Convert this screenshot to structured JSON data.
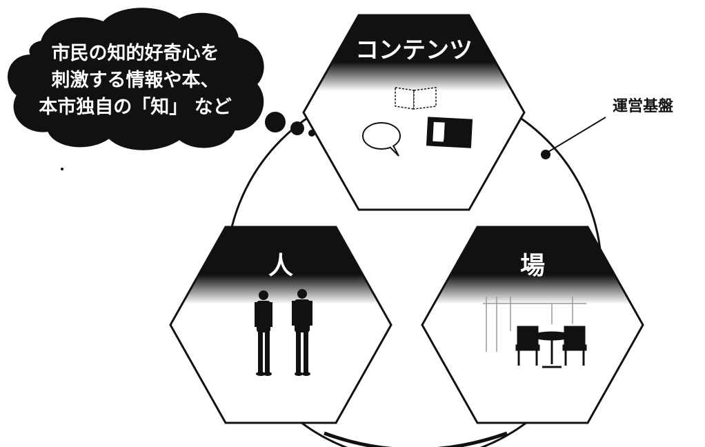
{
  "diagram": {
    "cloud_lines": [
      "市民の知的好奇心を",
      "刺激する情報や本、",
      "本市独自の「知」 など"
    ],
    "hexagons": {
      "contents": {
        "label": "コンテンツ"
      },
      "people": {
        "label": "人"
      },
      "place": {
        "label": "場"
      }
    },
    "circle_label": "運営基盤",
    "colors": {
      "band": "#111111",
      "stroke": "#111111",
      "background": "#ffffff",
      "text_on_band": "#ffffff"
    }
  }
}
